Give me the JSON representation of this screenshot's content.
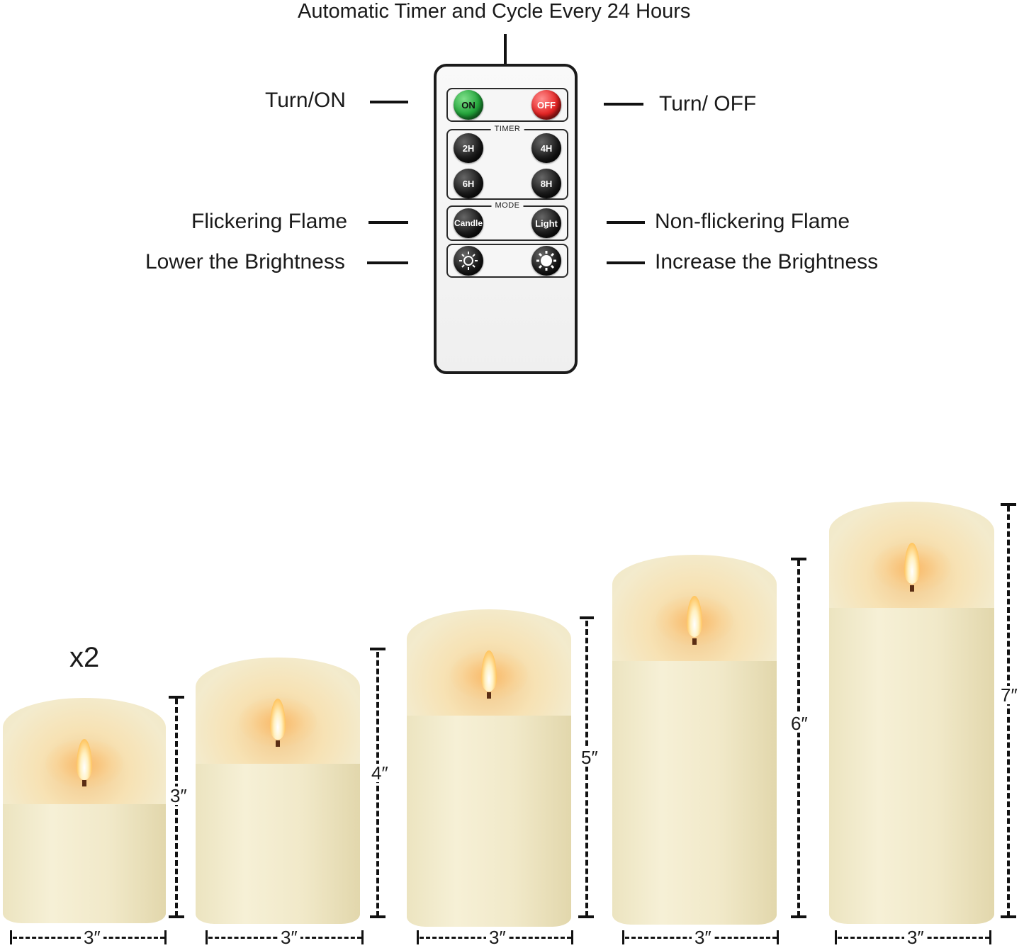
{
  "heading": "Automatic Timer and Cycle Every 24 Hours",
  "remote": {
    "on_label": "ON",
    "off_label": "OFF",
    "timer_title": "TIMER",
    "timer_buttons": [
      "2H",
      "4H",
      "6H",
      "8H"
    ],
    "mode_title": "MODE",
    "mode_buttons": [
      "Candle",
      "Light"
    ],
    "brightness_icons": [
      "sun-outline-icon",
      "sun-filled-icon"
    ],
    "colors": {
      "on": "#22a43a",
      "off": "#e52424",
      "dark": "#1c1c1c"
    }
  },
  "labels": {
    "turn_on": "Turn/ON",
    "turn_off": "Turn/ OFF",
    "flickering": "Flickering Flame",
    "non_flickering": "Non-flickering Flame",
    "lower": "Lower the Brightness",
    "increase": "Increase the Brightness"
  },
  "quantity": "x2",
  "candles": [
    {
      "height": "3″",
      "width": "3″"
    },
    {
      "height": "4″",
      "width": "3″"
    },
    {
      "height": "5″",
      "width": "3″"
    },
    {
      "height": "6″",
      "width": "3″"
    },
    {
      "height": "7″",
      "width": "3″"
    }
  ]
}
